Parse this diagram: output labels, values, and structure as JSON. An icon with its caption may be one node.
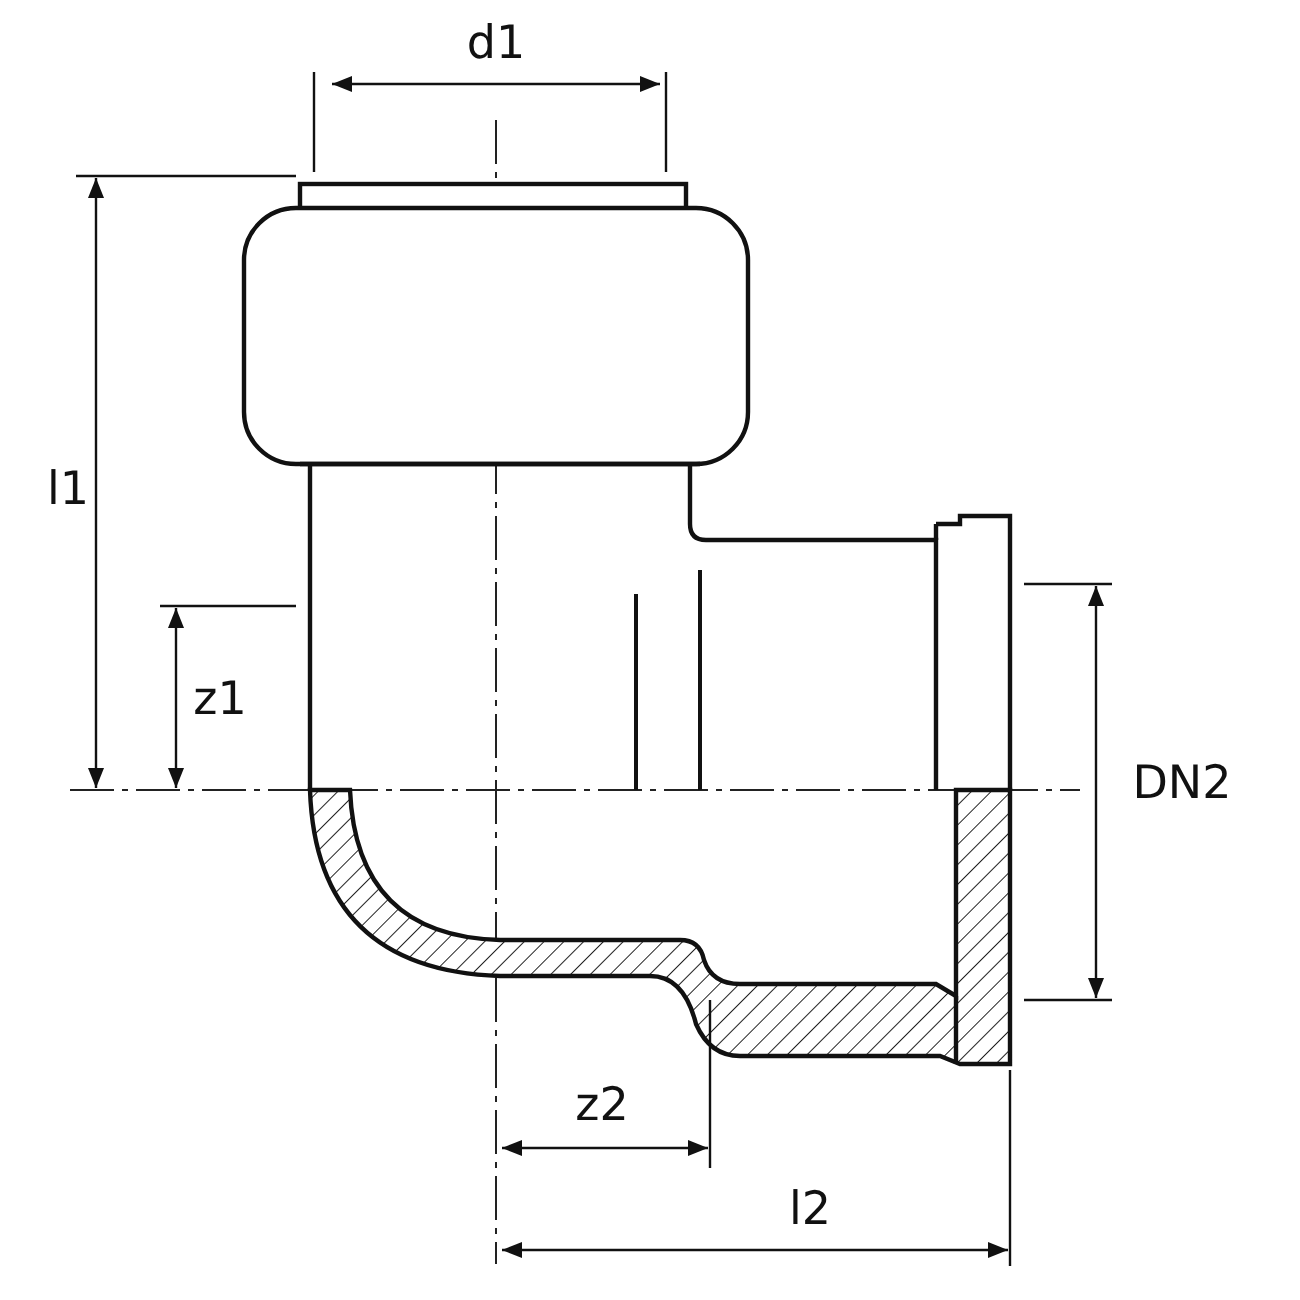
{
  "diagram": {
    "labels": [
      "d1",
      "l1",
      "z1",
      "DN2",
      "z2",
      "l2"
    ]
  }
}
